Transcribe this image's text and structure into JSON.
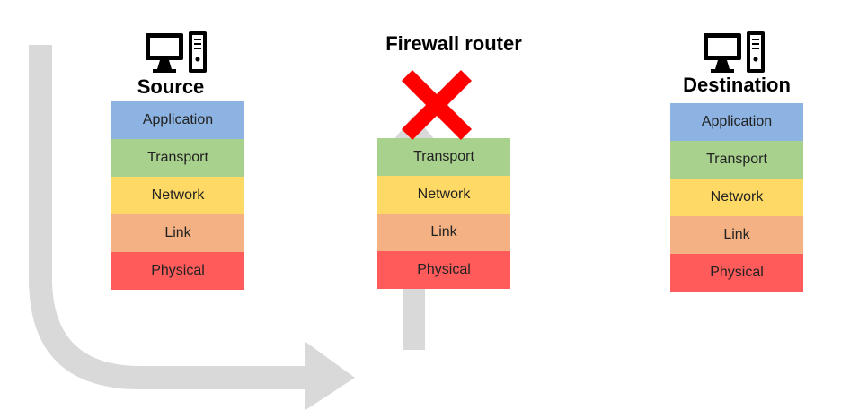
{
  "nodes": {
    "source": {
      "title": "Source",
      "layers": [
        "Application",
        "Transport",
        "Network",
        "Link",
        "Physical"
      ]
    },
    "router": {
      "title": "Firewall router",
      "layers": [
        "Transport",
        "Network",
        "Link",
        "Physical"
      ]
    },
    "destination": {
      "title": "Destination",
      "layers": [
        "Application",
        "Transport",
        "Network",
        "Link",
        "Physical"
      ]
    }
  },
  "layer_colors": {
    "Application": "#8db3e2",
    "Transport": "#a9d18e",
    "Network": "#ffd966",
    "Link": "#f4b183",
    "Physical": "#ff5b5b"
  },
  "icons": {
    "computer": "computer-icon",
    "blocked": "red-x-blocked-icon",
    "flow": "packet-flow-arrow"
  },
  "colors": {
    "flow_arrow": "#d9d9d9",
    "blocked_x": "#ff0000"
  }
}
